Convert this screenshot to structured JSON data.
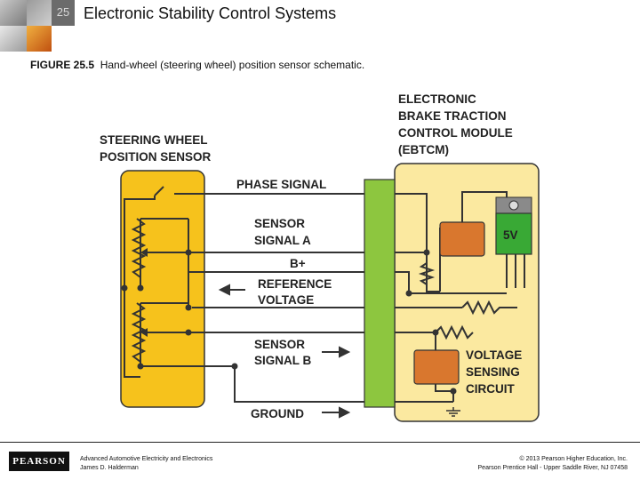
{
  "header": {
    "chapter_number": "25",
    "title": "Electronic Stability Control Systems"
  },
  "caption": {
    "figure_label": "FIGURE 25.5",
    "text": "Hand-wheel (steering wheel) position sensor schematic."
  },
  "diagram": {
    "sensor_title_line1": "STEERING WHEEL",
    "sensor_title_line2": "POSITION SENSOR",
    "module_title_line1": "ELECTRONIC",
    "module_title_line2": "BRAKE TRACTION",
    "module_title_line3": "CONTROL MODULE",
    "module_title_line4": "(EBTCM)",
    "phase_signal": "PHASE  SIGNAL",
    "sensor_signal_a_line1": "SENSOR",
    "sensor_signal_a_line2": "SIGNAL A",
    "b_plus": "B+",
    "reference_voltage_line1": "REFERENCE",
    "reference_voltage_line2": "VOLTAGE",
    "sensor_signal_b_line1": "SENSOR",
    "sensor_signal_b_line2": "SIGNAL B",
    "ground": "GROUND",
    "regulator_label": "5V",
    "voltage_sensing_line1": "VOLTAGE",
    "voltage_sensing_line2": "SENSING",
    "voltage_sensing_line3": "CIRCUIT",
    "colors": {
      "sensor_fill": "#f6c21c",
      "module_fill": "#fbe9a0",
      "connector": "#8dc63f",
      "regulator": "#39a935",
      "chip": "#d9772e",
      "wire": "#333333"
    }
  },
  "footer": {
    "logo_text": "PEARSON",
    "book_title": "Advanced Automotive Electricity and Electronics",
    "author": "James D. Halderman",
    "copyright": "© 2013  Pearson Higher Education, Inc.",
    "publisher": "Pearson Prentice Hall - Upper Saddle River, NJ 07458"
  }
}
